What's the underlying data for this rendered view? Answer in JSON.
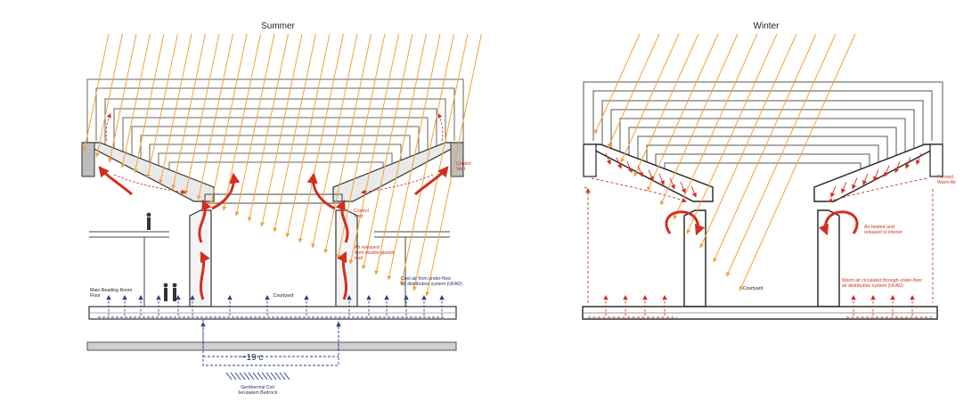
{
  "colors": {
    "sun": "#f2a23a",
    "warm": "#d12f1f",
    "cool": "#2a3f86",
    "structure": "#444444",
    "structure_light": "#8a8a8a"
  },
  "summer": {
    "title": "Summer",
    "labels": {
      "control_vent_right": [
        "Control",
        "Vent"
      ],
      "control_vent_mid": [
        "Control",
        "Vent"
      ],
      "air_released": [
        "Air released",
        "from double-glazed",
        "wall"
      ],
      "cool_air": [
        "Cool air from under-floor",
        "air distribution system (UFAD)"
      ],
      "reading_room": [
        "Main Reading Room",
        "Floor"
      ],
      "courtyard": "Courtyard",
      "temperature": "~19 c",
      "geothermal": [
        "Geothermal Coil",
        "Jerusalem Bedrock"
      ]
    }
  },
  "winter": {
    "title": "Winter",
    "labels": {
      "formed_warm_air": [
        "Formed",
        "Warm Air"
      ],
      "air_heated": [
        "Air heated and",
        "released to interior"
      ],
      "warm_air_circulated": [
        "Warm air circulated through under-floor",
        "air distribution system (UFAD)"
      ],
      "courtyard": "Courtyard"
    }
  }
}
